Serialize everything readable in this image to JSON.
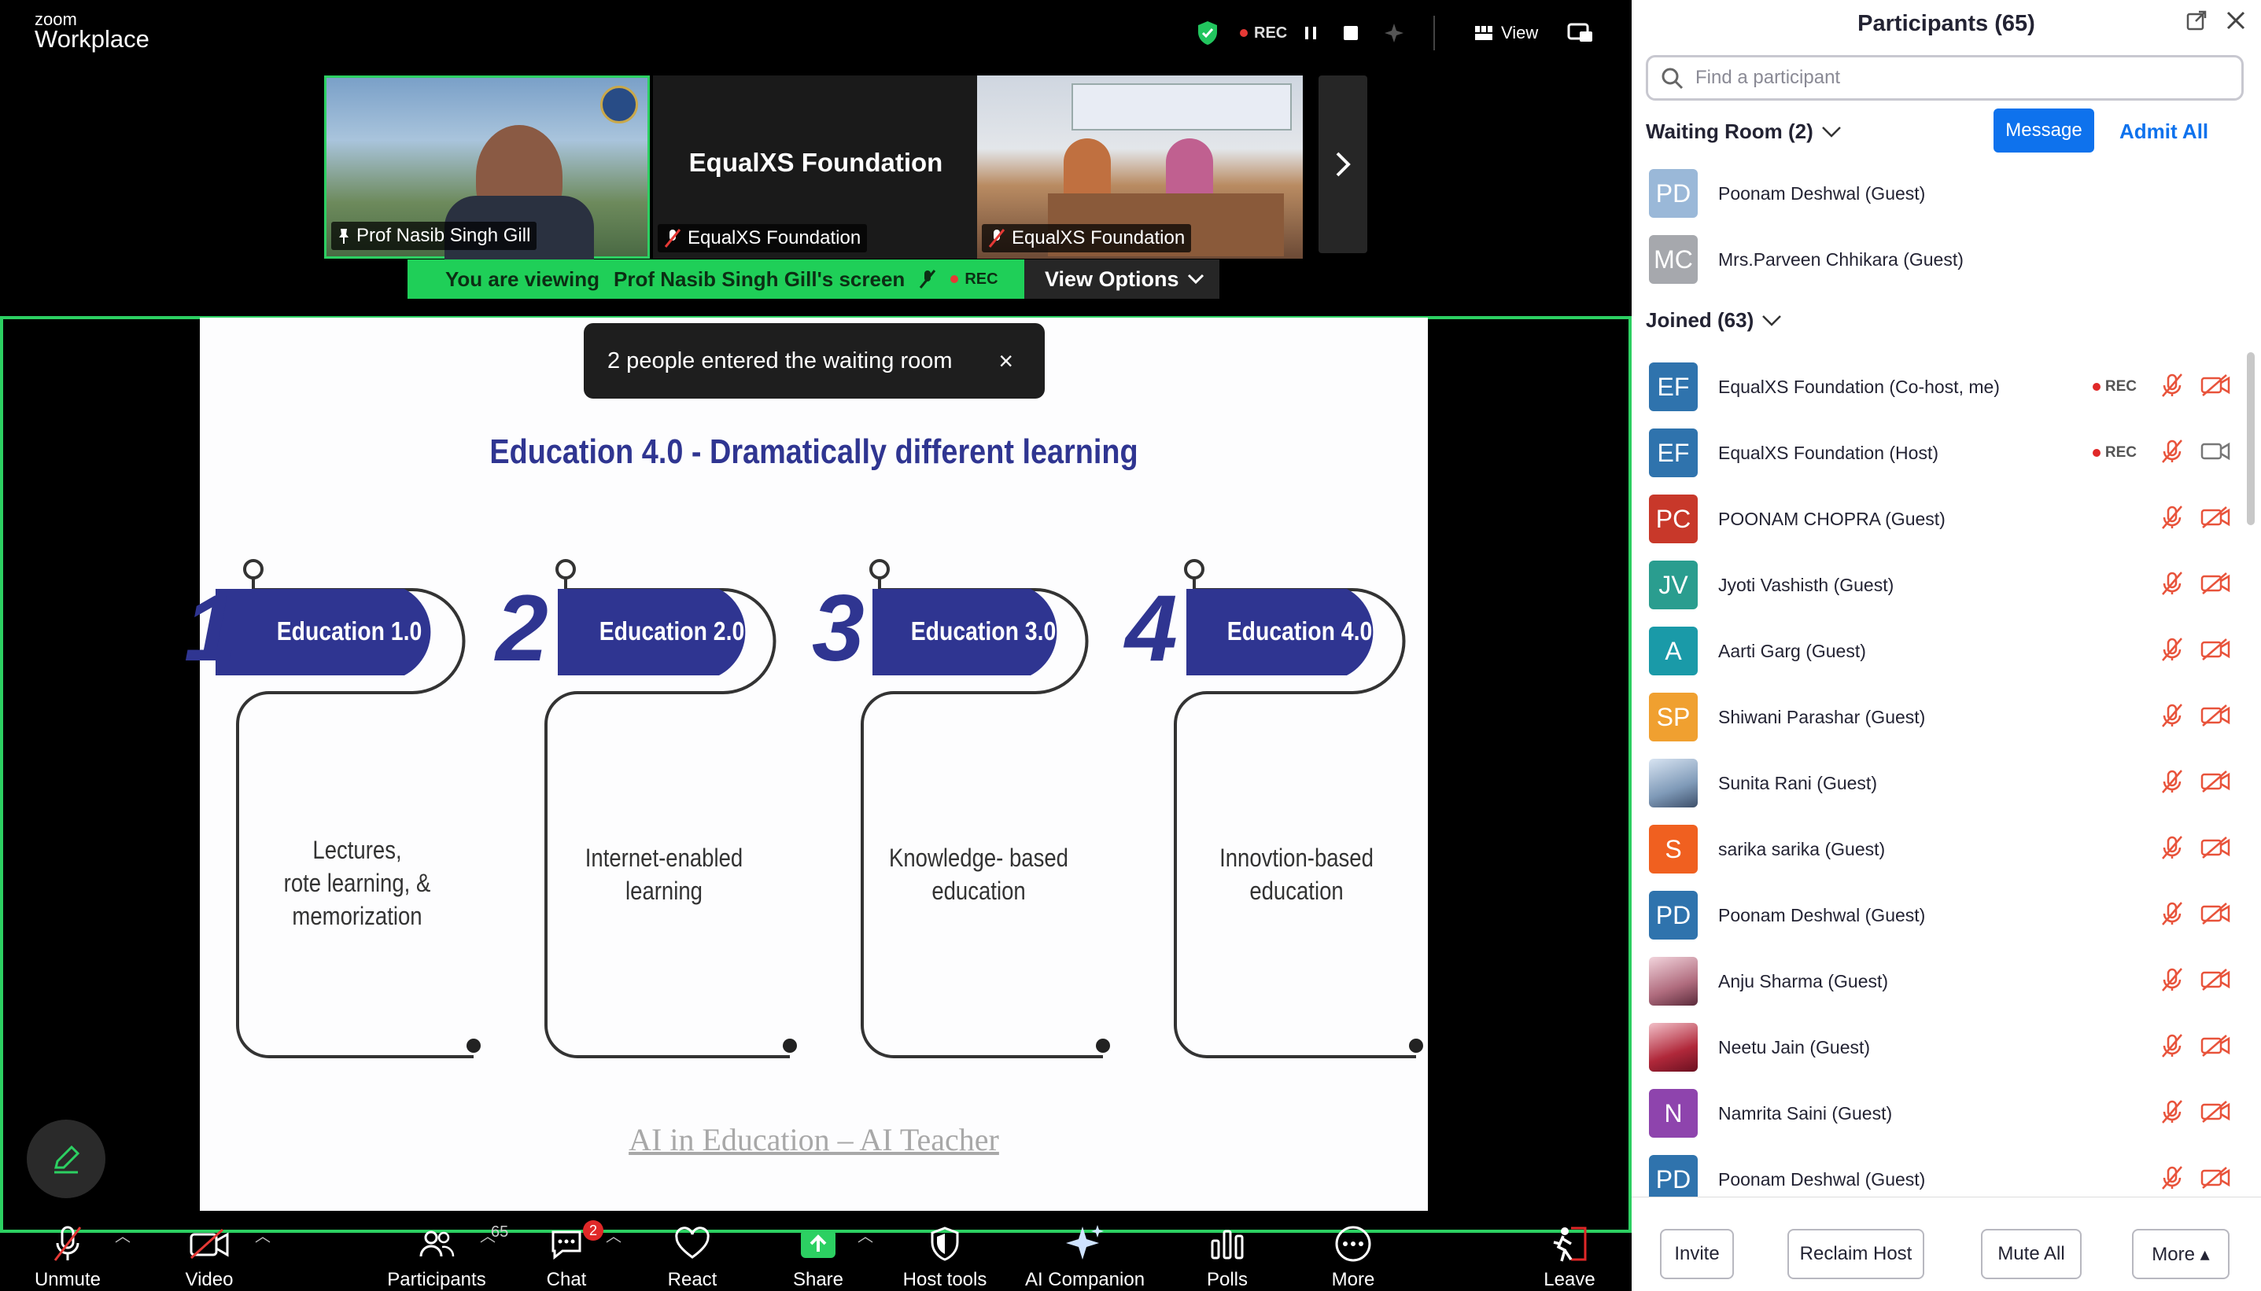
{
  "app": {
    "logo_small": "zoom",
    "logo_big": "Workplace",
    "rec_label": "REC",
    "view_label": "View"
  },
  "videos": [
    {
      "name": "Prof Nasib Singh Gill"
    },
    {
      "title": "EqualXS Foundation",
      "name": "EqualXS Foundation"
    },
    {
      "name": "EqualXS Foundation"
    }
  ],
  "banner": {
    "prefix": "You are viewing",
    "who": "Prof Nasib Singh Gill's screen",
    "rec": "REC"
  },
  "view_options": "View Options",
  "toast": {
    "text": "2 people entered the waiting room",
    "close": "×"
  },
  "slide": {
    "title": "Education 4.0 - Dramatically different learning",
    "steps": [
      {
        "num": "1",
        "label": "Education 1.0",
        "desc": [
          "Lectures,",
          "rote learning, &",
          "memorization"
        ]
      },
      {
        "num": "2",
        "label": "Education 2.0",
        "desc": [
          "Internet-enabled",
          "learning"
        ]
      },
      {
        "num": "3",
        "label": "Education 3.0",
        "desc": [
          "Knowledge- based",
          "education"
        ]
      },
      {
        "num": "4",
        "label": "Education 4.0",
        "desc": [
          "Innovtion-based",
          "education"
        ]
      }
    ],
    "footer": "AI in Education  – AI Teacher"
  },
  "toolbar": {
    "unmute": "Unmute",
    "video": "Video",
    "participants": "Participants",
    "participants_count": "65",
    "chat": "Chat",
    "chat_badge": "2",
    "react": "React",
    "share": "Share",
    "host_tools": "Host tools",
    "ai_companion": "AI Companion",
    "polls": "Polls",
    "more": "More",
    "leave": "Leave"
  },
  "panel": {
    "title": "Participants (65)",
    "search_placeholder": "Find a participant",
    "waiting_label": "Waiting Room (2)",
    "message_btn": "Message",
    "admit_all": "Admit All",
    "waiting": [
      {
        "initials": "PD",
        "name": "Poonam Deshwal (Guest)",
        "color": "#9ab8d8"
      },
      {
        "initials": "MC",
        "name": "Mrs.Parveen Chhikara (Guest)",
        "color": "#a6a8ad"
      }
    ],
    "joined_label": "Joined (63)",
    "rec_label": "REC",
    "joined": [
      {
        "initials": "EF",
        "name": "EqualXS Foundation (Co-host, me)",
        "color": "#2f73ad"
      },
      {
        "initials": "EF",
        "name": "EqualXS Foundation (Host)",
        "color": "#2f73ad"
      },
      {
        "initials": "PC",
        "name": "POONAM CHOPRA (Guest)",
        "color": "#c8382a"
      },
      {
        "initials": "JV",
        "name": "Jyoti Vashisth (Guest)",
        "color": "#2a9d8f"
      },
      {
        "initials": "A",
        "name": "Aarti Garg (Guest)",
        "color": "#1a9aa8"
      },
      {
        "initials": "SP",
        "name": "Shiwani Parashar (Guest)",
        "color": "#f0a030"
      },
      {
        "initials": "",
        "name": "Sunita Rani (Guest)",
        "color": "#8aa0b8"
      },
      {
        "initials": "S",
        "name": "sarika sarika (Guest)",
        "color": "#f06020"
      },
      {
        "initials": "PD",
        "name": "Poonam Deshwal (Guest)",
        "color": "#2f73ad"
      },
      {
        "initials": "",
        "name": "Anju Sharma (Guest)",
        "color": "#b07080"
      },
      {
        "initials": "",
        "name": "Neetu Jain (Guest)",
        "color": "#a0283a"
      },
      {
        "initials": "N",
        "name": "Namrita Saini (Guest)",
        "color": "#8e44ad"
      },
      {
        "initials": "PD",
        "name": "Poonam Deshwal (Guest)",
        "color": "#2f73ad"
      }
    ],
    "footer": {
      "invite": "Invite",
      "reclaim": "Reclaim Host",
      "mute_all": "Mute All",
      "more": "More ▴"
    }
  }
}
